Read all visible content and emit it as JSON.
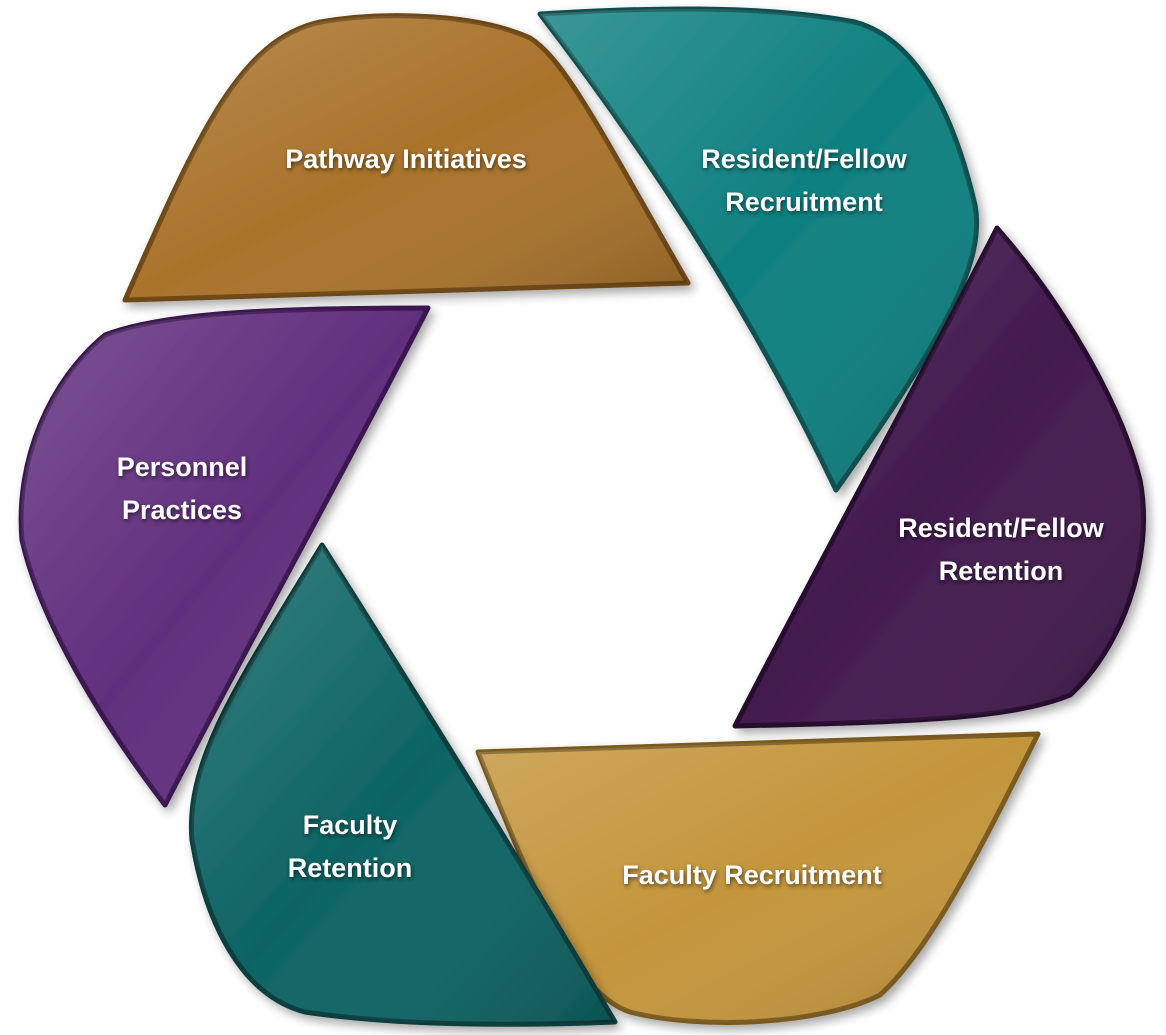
{
  "segments": [
    {
      "id": "pathway",
      "lines": [
        "Pathway Initiatives"
      ],
      "color": "#A9732B",
      "edge": "#6E4714"
    },
    {
      "id": "res-recruit",
      "lines": [
        "Resident/Fellow",
        "Recruitment"
      ],
      "color": "#0F8080",
      "edge": "#0A4F50"
    },
    {
      "id": "res-retain",
      "lines": [
        "Resident/Fellow",
        "Retention"
      ],
      "color": "#421A4E",
      "edge": "#26082E"
    },
    {
      "id": "fac-recruit",
      "lines": [
        "Faculty Recruitment"
      ],
      "color": "#C4953C",
      "edge": "#7A5A1D"
    },
    {
      "id": "fac-retain",
      "lines": [
        "Faculty",
        "Retention"
      ],
      "color": "#0E6464",
      "edge": "#073C3C"
    },
    {
      "id": "personnel",
      "lines": [
        "Personnel",
        "Practices"
      ],
      "color": "#612F7E",
      "edge": "#3A1450"
    }
  ]
}
